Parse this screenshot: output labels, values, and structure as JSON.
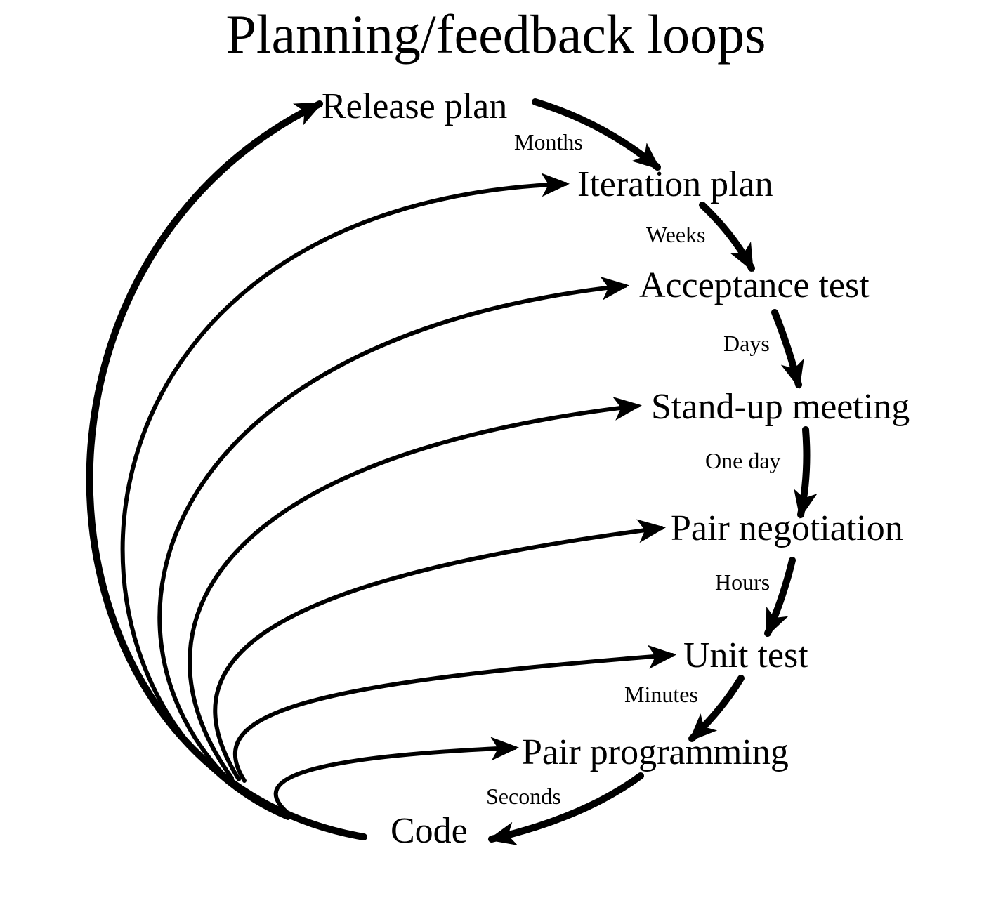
{
  "title": "Planning/feedback loops",
  "nodes": {
    "release_plan": "Release plan",
    "iteration_plan": "Iteration plan",
    "acceptance_test": "Acceptance test",
    "standup_meeting": "Stand-up meeting",
    "pair_negotiation": "Pair negotiation",
    "unit_test": "Unit test",
    "pair_programming": "Pair programming",
    "code": "Code"
  },
  "intervals": {
    "months": "Months",
    "weeks": "Weeks",
    "days": "Days",
    "one_day": "One day",
    "hours": "Hours",
    "minutes": "Minutes",
    "seconds": "Seconds"
  },
  "colors": {
    "ink": "#000000",
    "background": "#ffffff"
  }
}
